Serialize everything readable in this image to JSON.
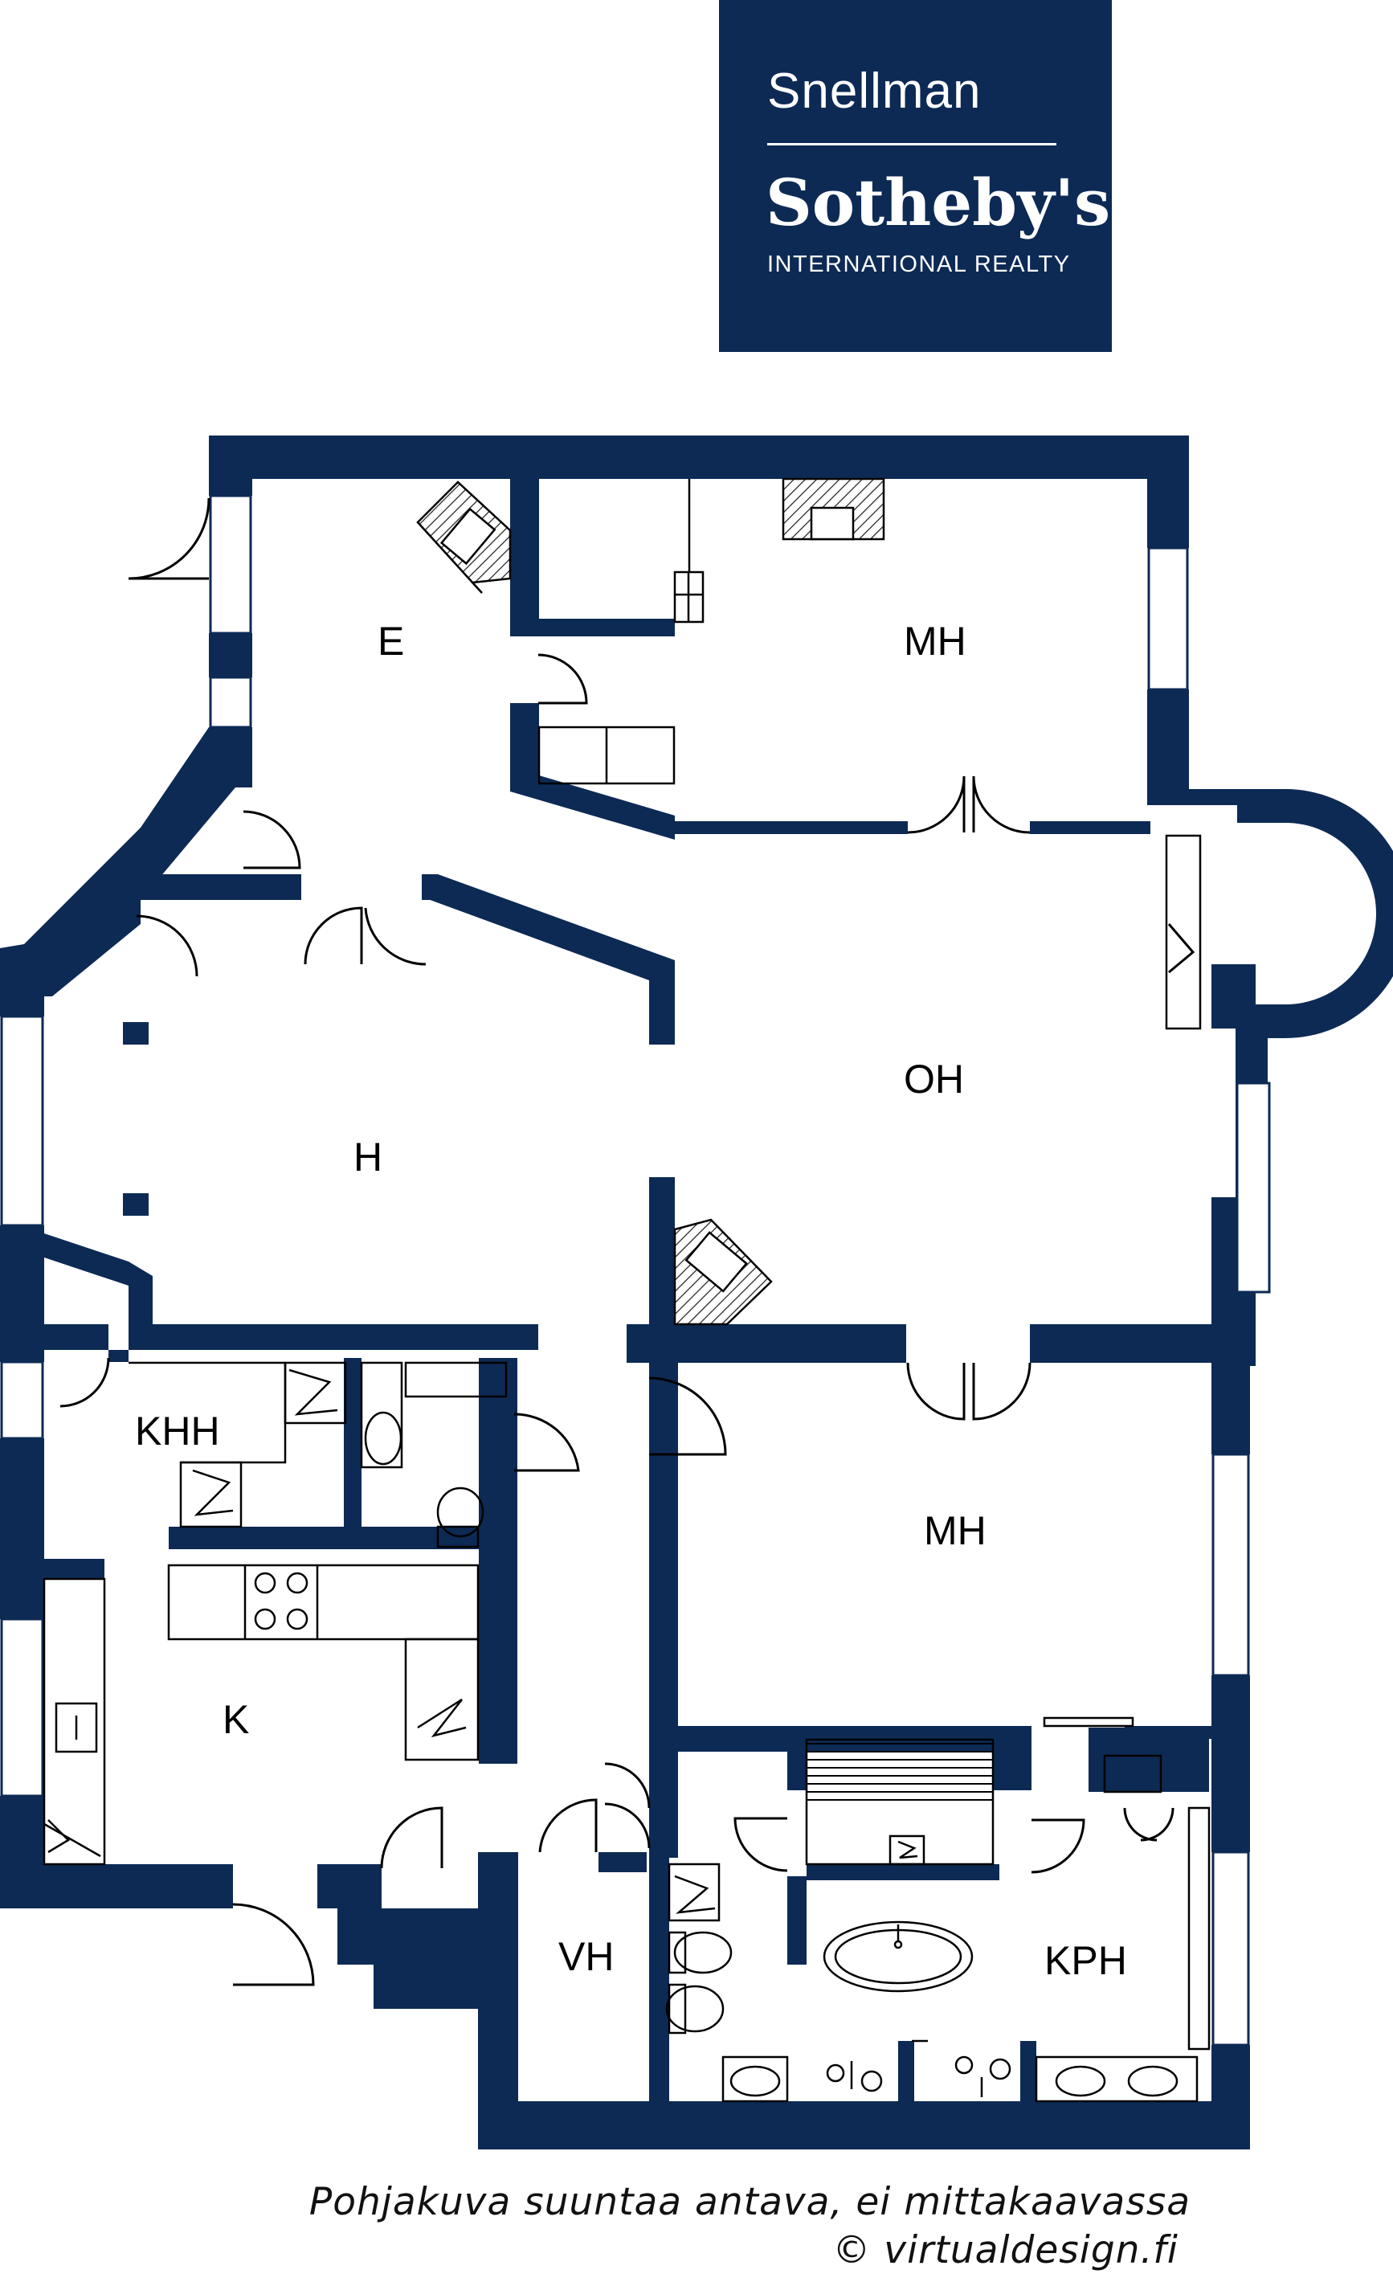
{
  "logo": {
    "brand_top": "Snellman",
    "brand_main": "Sotheby's",
    "brand_sub": "INTERNATIONAL REALTY"
  },
  "rooms": [
    {
      "id": "e",
      "label": "E"
    },
    {
      "id": "mh-top",
      "label": "MH"
    },
    {
      "id": "oh",
      "label": "OH"
    },
    {
      "id": "h",
      "label": "H"
    },
    {
      "id": "khh",
      "label": "KHH"
    },
    {
      "id": "mh-bottom",
      "label": "MH"
    },
    {
      "id": "k",
      "label": "K"
    },
    {
      "id": "vh",
      "label": "VH"
    },
    {
      "id": "kph",
      "label": "KPH"
    }
  ],
  "caption": {
    "line1": "Pohjakuva suuntaa antava, ei mittakaavassa",
    "line2": "© virtualdesign.fi"
  },
  "colors": {
    "wall": "#0d2a55",
    "logo_background": "#0d2a55",
    "fixture_line": "#000000",
    "background": "#ffffff"
  }
}
